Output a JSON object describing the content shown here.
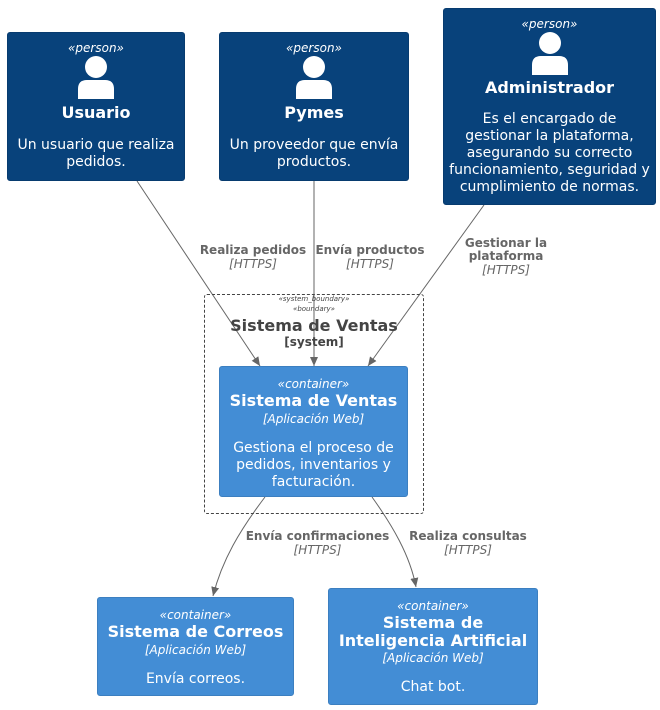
{
  "persons": [
    {
      "stereotype": "«person»",
      "name": "Usuario",
      "description": "Un usuario que realiza pedidos."
    },
    {
      "stereotype": "«person»",
      "name": "Pymes",
      "description": "Un proveedor que envía productos."
    },
    {
      "stereotype": "«person»",
      "name": "Administrador",
      "description": "Es el encargado de gestionar la plataforma, asegurando su correcto funcionamiento, seguridad y cumplimiento de normas."
    }
  ],
  "boundary": {
    "stereotype1": "«system_boundary»",
    "stereotype2": "«boundary»",
    "name": "Sistema de Ventas",
    "type": "[system]"
  },
  "containers": [
    {
      "stereotype": "«container»",
      "name": "Sistema de Ventas",
      "technology": "[Aplicación Web]",
      "description": "Gestiona el proceso de pedidos, inventarios y facturación."
    },
    {
      "stereotype": "«container»",
      "name": "Sistema de Correos",
      "technology": "[Aplicación Web]",
      "description": "Envía correos."
    },
    {
      "stereotype": "«container»",
      "name": "Sistema de Inteligencia Artificial",
      "technology": "[Aplicación Web]",
      "description": "Chat bot."
    }
  ],
  "relations": [
    {
      "label": "Realiza pedidos",
      "technology": "[HTTPS]"
    },
    {
      "label": "Envía productos",
      "technology": "[HTTPS]"
    },
    {
      "label": "Gestionar la plataforma",
      "technology": "[HTTPS]"
    },
    {
      "label": "Envía confirmaciones",
      "technology": "[HTTPS]"
    },
    {
      "label": "Realiza consultas",
      "technology": "[HTTPS]"
    }
  ],
  "colors": {
    "person": "#08427B",
    "container": "#438DD5",
    "arrow": "#666666",
    "boundary": "#444444"
  }
}
